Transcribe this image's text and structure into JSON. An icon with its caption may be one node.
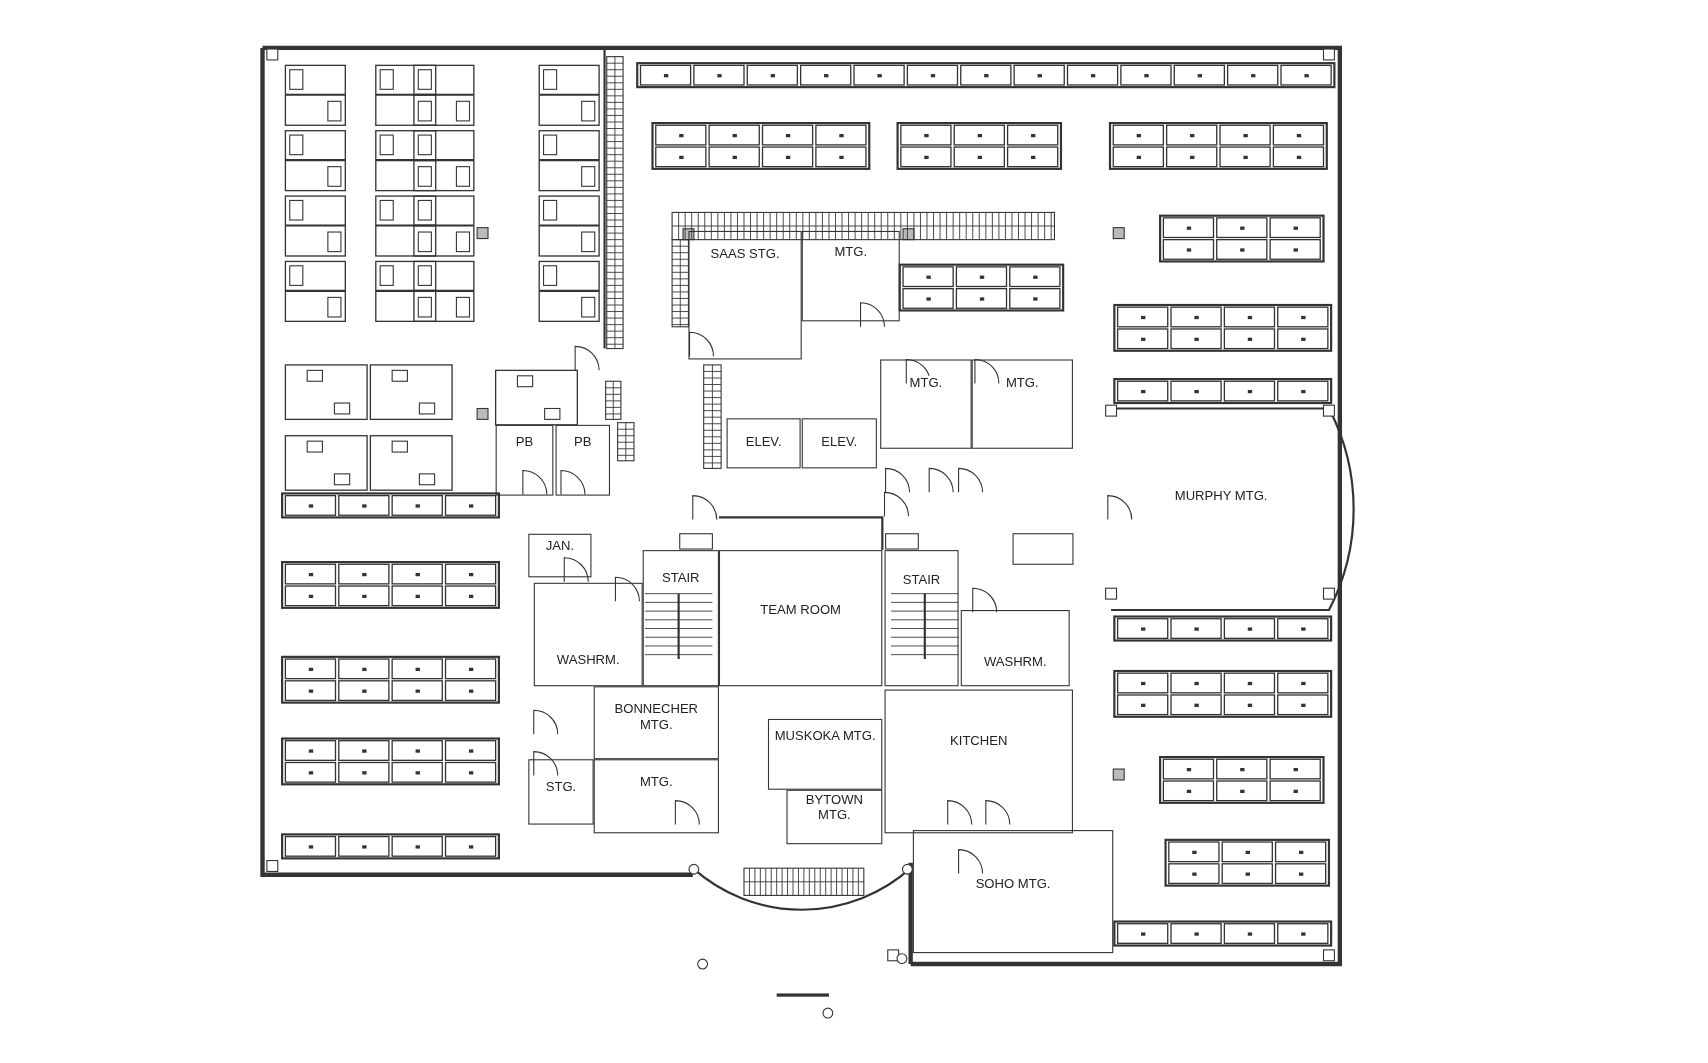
{
  "diagram": {
    "nodes": [
      {
        "text": [
          "SAAS STG."
        ]
      },
      {
        "text": [
          "MTG."
        ]
      },
      {
        "text": [
          "MTG."
        ]
      },
      {
        "text": [
          "MTG."
        ]
      },
      {
        "text": [
          "ELEV."
        ]
      },
      {
        "text": [
          "ELEV."
        ]
      },
      {
        "text": [
          "PB"
        ]
      },
      {
        "text": [
          "PB"
        ]
      },
      {
        "text": [
          "MURPHY MTG."
        ]
      },
      {
        "text": [
          "JAN."
        ]
      },
      {
        "text": [
          "STAIR"
        ]
      },
      {
        "text": [
          "TEAM ROOM"
        ]
      },
      {
        "text": [
          "STAIR"
        ]
      },
      {
        "text": [
          "WASHRM."
        ]
      },
      {
        "text": [
          "WASHRM."
        ]
      },
      {
        "text": [
          "BONNECHER MTG."
        ]
      },
      {
        "text": [
          "MUSKOKA MTG."
        ]
      },
      {
        "text": [
          "KITCHEN"
        ]
      },
      {
        "text": [
          "STG."
        ]
      },
      {
        "text": [
          "MTG."
        ]
      },
      {
        "text": [
          "BYTOWN MTG."
        ]
      },
      {
        "text": [
          "SOHO MTG."
        ]
      }
    ]
  }
}
